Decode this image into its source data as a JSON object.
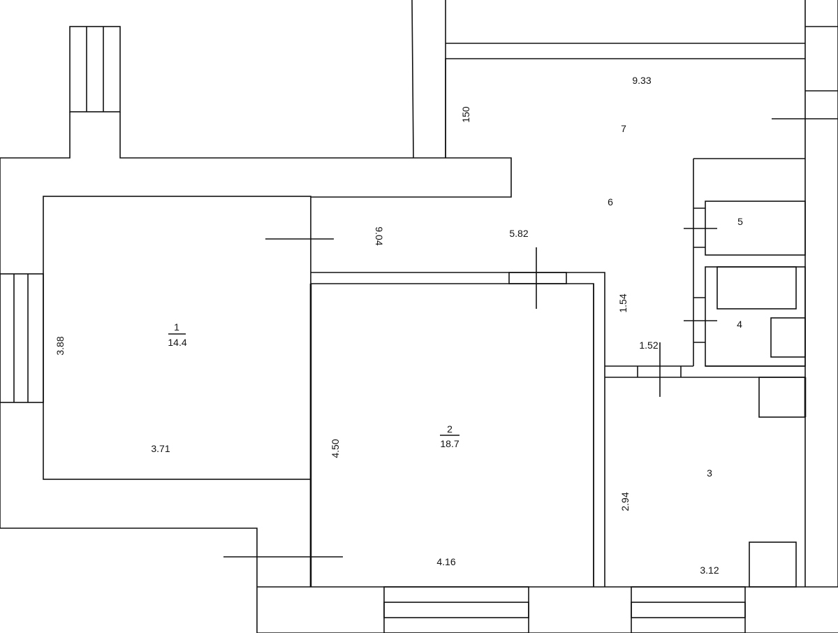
{
  "rooms": {
    "room_1": {
      "number": "1",
      "area": "14.4"
    },
    "room_2": {
      "number": "2",
      "area": "18.7"
    },
    "room_3": {
      "number": "3"
    },
    "room_4": {
      "number": "4"
    },
    "room_5": {
      "number": "5"
    },
    "room_6": {
      "number": "6"
    },
    "room_7": {
      "number": "7"
    }
  },
  "dimensions": {
    "room1_height": "3.88",
    "room1_width": "3.71",
    "room2_height": "4.50",
    "room2_width": "4.16",
    "room3_height": "2.94",
    "room3_width": "3.12",
    "corridor_length": "9.04",
    "corridor_width": "5.82",
    "corridor_small": "1.54",
    "door_width": "1.52",
    "hall_length": "9.33",
    "hall_depth": "150"
  },
  "colors": {
    "line": "#111111",
    "background": "#ffffff"
  }
}
